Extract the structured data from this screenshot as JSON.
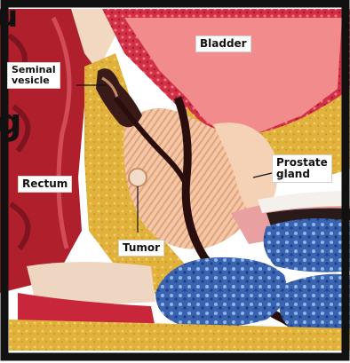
{
  "labels": {
    "bladder": "Bladder",
    "seminal_vesicle": "Seminal\nvesicle",
    "rectum": "Rectum",
    "prostate_gland": "Prostate\ngland",
    "tumor": "Tumor"
  },
  "edge_text": {
    "line1": "u",
    "line2": "g"
  },
  "colors": {
    "fat": "#e0b23c",
    "muscle": "#c8263a",
    "prostate": "#f2c8a8",
    "bladder_wall": "#d23046",
    "bladder_inner": "#f28c8c",
    "blue_tissue": "#3a63b0",
    "dark_tube": "#2a0e0e",
    "rectum": "#b0202c",
    "frame": "#111111"
  }
}
